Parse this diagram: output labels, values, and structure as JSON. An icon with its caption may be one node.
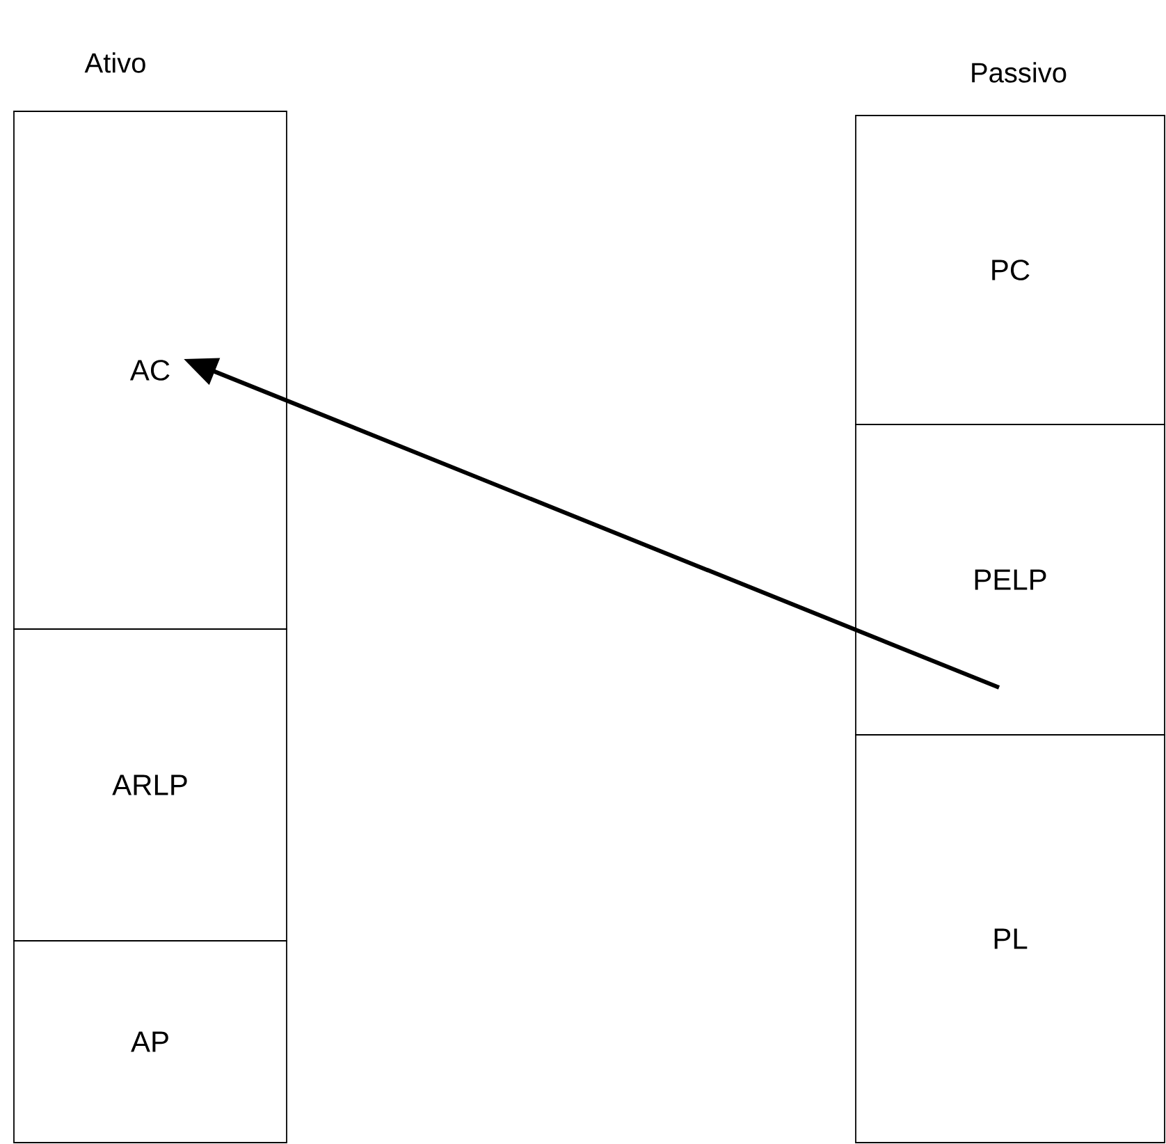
{
  "diagram": {
    "nodes": [
      {
        "text": [
          "AC"
        ]
      },
      {
        "text": [
          "ARLP"
        ]
      },
      {
        "text": [
          "AP"
        ]
      },
      {
        "text": [
          "PC"
        ]
      },
      {
        "text": [
          "PELP"
        ]
      },
      {
        "text": [
          "PL"
        ]
      }
    ],
    "edges": [
      {
        "from": 4,
        "to": 0,
        "arrow": "to"
      }
    ],
    "labels": [
      "Ativo",
      "Passivo"
    ]
  }
}
